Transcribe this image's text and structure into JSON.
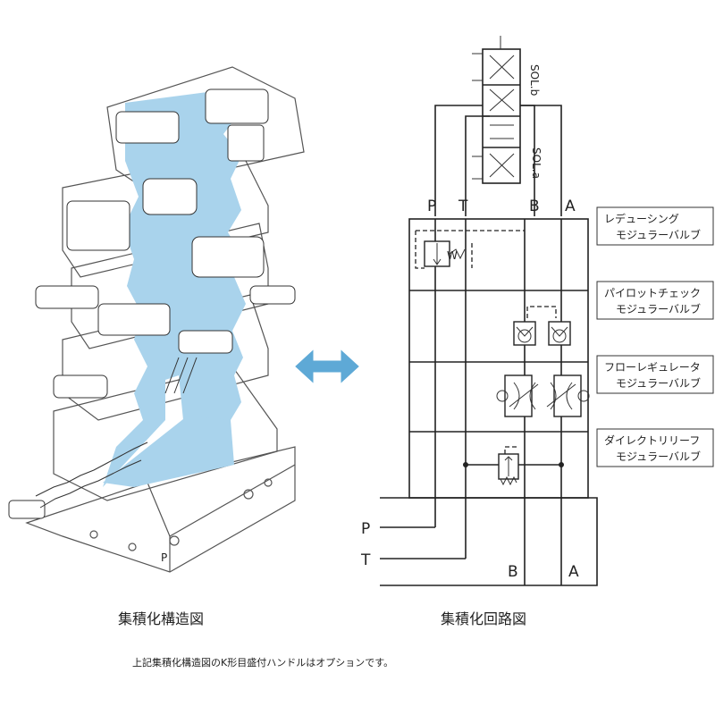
{
  "structure": {
    "caption": "集積化構造図",
    "part_letter": "P"
  },
  "circuit": {
    "caption": "集積化回路図",
    "sol_b": "SOL.b",
    "sol_a": "SOL.a",
    "top_ports": [
      "P",
      "T",
      "B",
      "A"
    ],
    "bottom_ports": [
      "B",
      "A"
    ],
    "left_ports": [
      "P",
      "T"
    ],
    "w_mark": "W",
    "modules": [
      {
        "line1": "レデューシング",
        "line2": "モジュラーバルブ"
      },
      {
        "line1": "パイロットチェック",
        "line2": "モジュラーバルブ"
      },
      {
        "line1": "フローレギュレータ",
        "line2": "モジュラーバルブ"
      },
      {
        "line1": "ダイレクトリリーフ",
        "line2": "モジュラーバルブ"
      }
    ]
  },
  "footnote": "上記集積化構造図のK形目盛付ハンドルはオプションです。",
  "colors": {
    "accent_blue": "#a9d3ec",
    "arrow_blue": "#5ea9d6",
    "line": "#222222"
  },
  "icons": {
    "exchange": "double-arrow-icon"
  }
}
